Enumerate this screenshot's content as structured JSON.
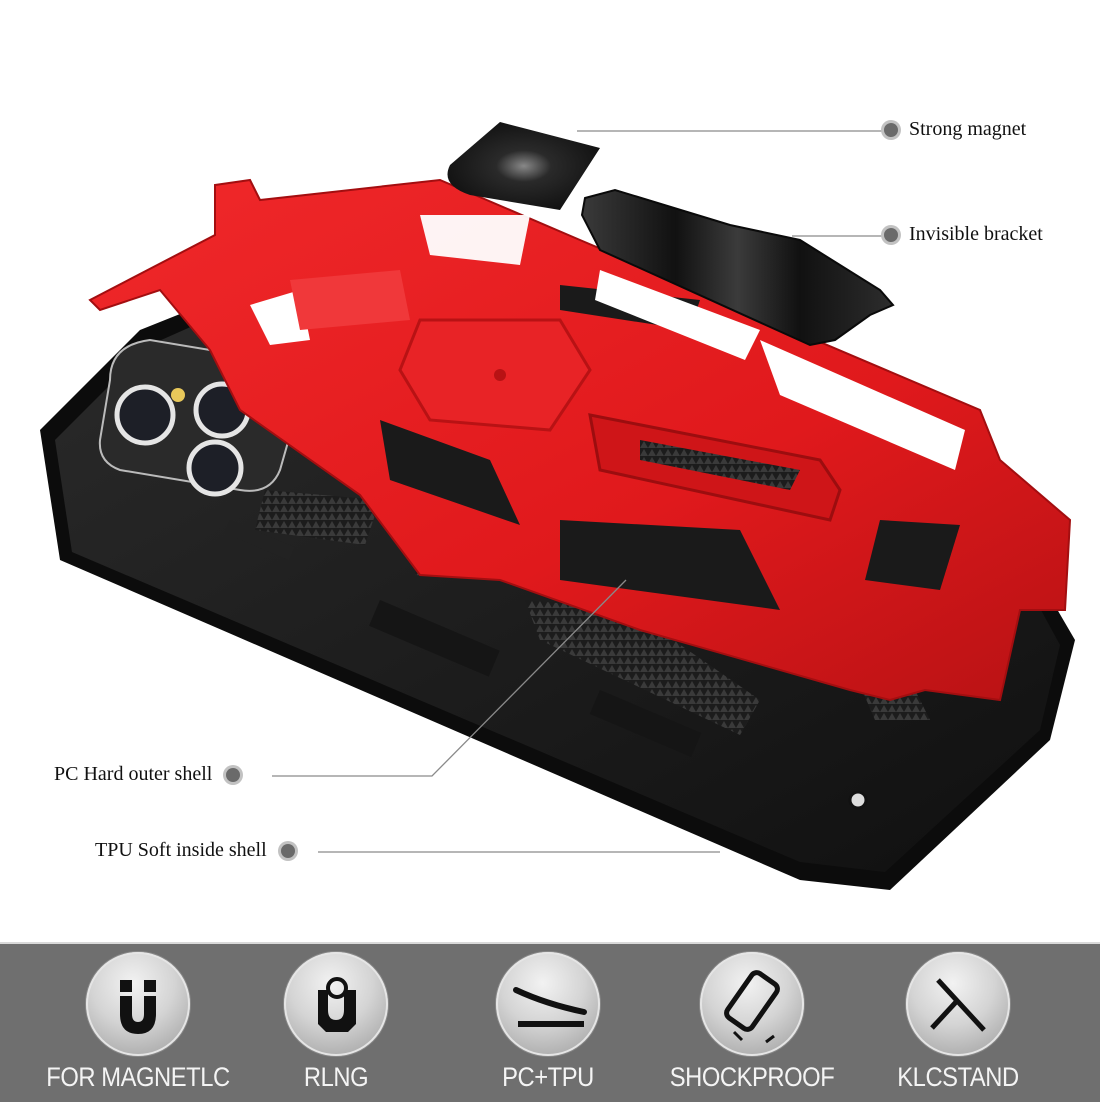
{
  "product": {
    "name": "Rugged armor phone case with kickstand",
    "colors": {
      "frame": "#e0191c",
      "frame_shadow": "#a30e10",
      "shell": "#1b1b1b",
      "shell_edge": "#0c0c0c",
      "texture": "#2c2c2c",
      "magnet": "#161616"
    }
  },
  "callouts": [
    {
      "id": "strong-magnet",
      "label": "Strong magnet",
      "side": "right"
    },
    {
      "id": "invisible-bracket",
      "label": "Invisible bracket",
      "side": "right"
    },
    {
      "id": "pc-hard-outer-shell",
      "label": "PC Hard outer shell",
      "side": "left"
    },
    {
      "id": "tpu-soft-inside-shell",
      "label": "TPU Soft inside shell",
      "side": "left"
    }
  ],
  "features": {
    "background": "#6f6f6f",
    "items": [
      {
        "label": "FOR MAGNETLC",
        "icon": "magnet-icon"
      },
      {
        "label": "RLNG",
        "icon": "ring-holder-icon"
      },
      {
        "label": "PC+TPU",
        "icon": "layers-icon"
      },
      {
        "label": "SHOCKPROOF",
        "icon": "shockproof-phone-icon"
      },
      {
        "label": "KLCSTAND",
        "icon": "kickstand-icon"
      }
    ]
  }
}
